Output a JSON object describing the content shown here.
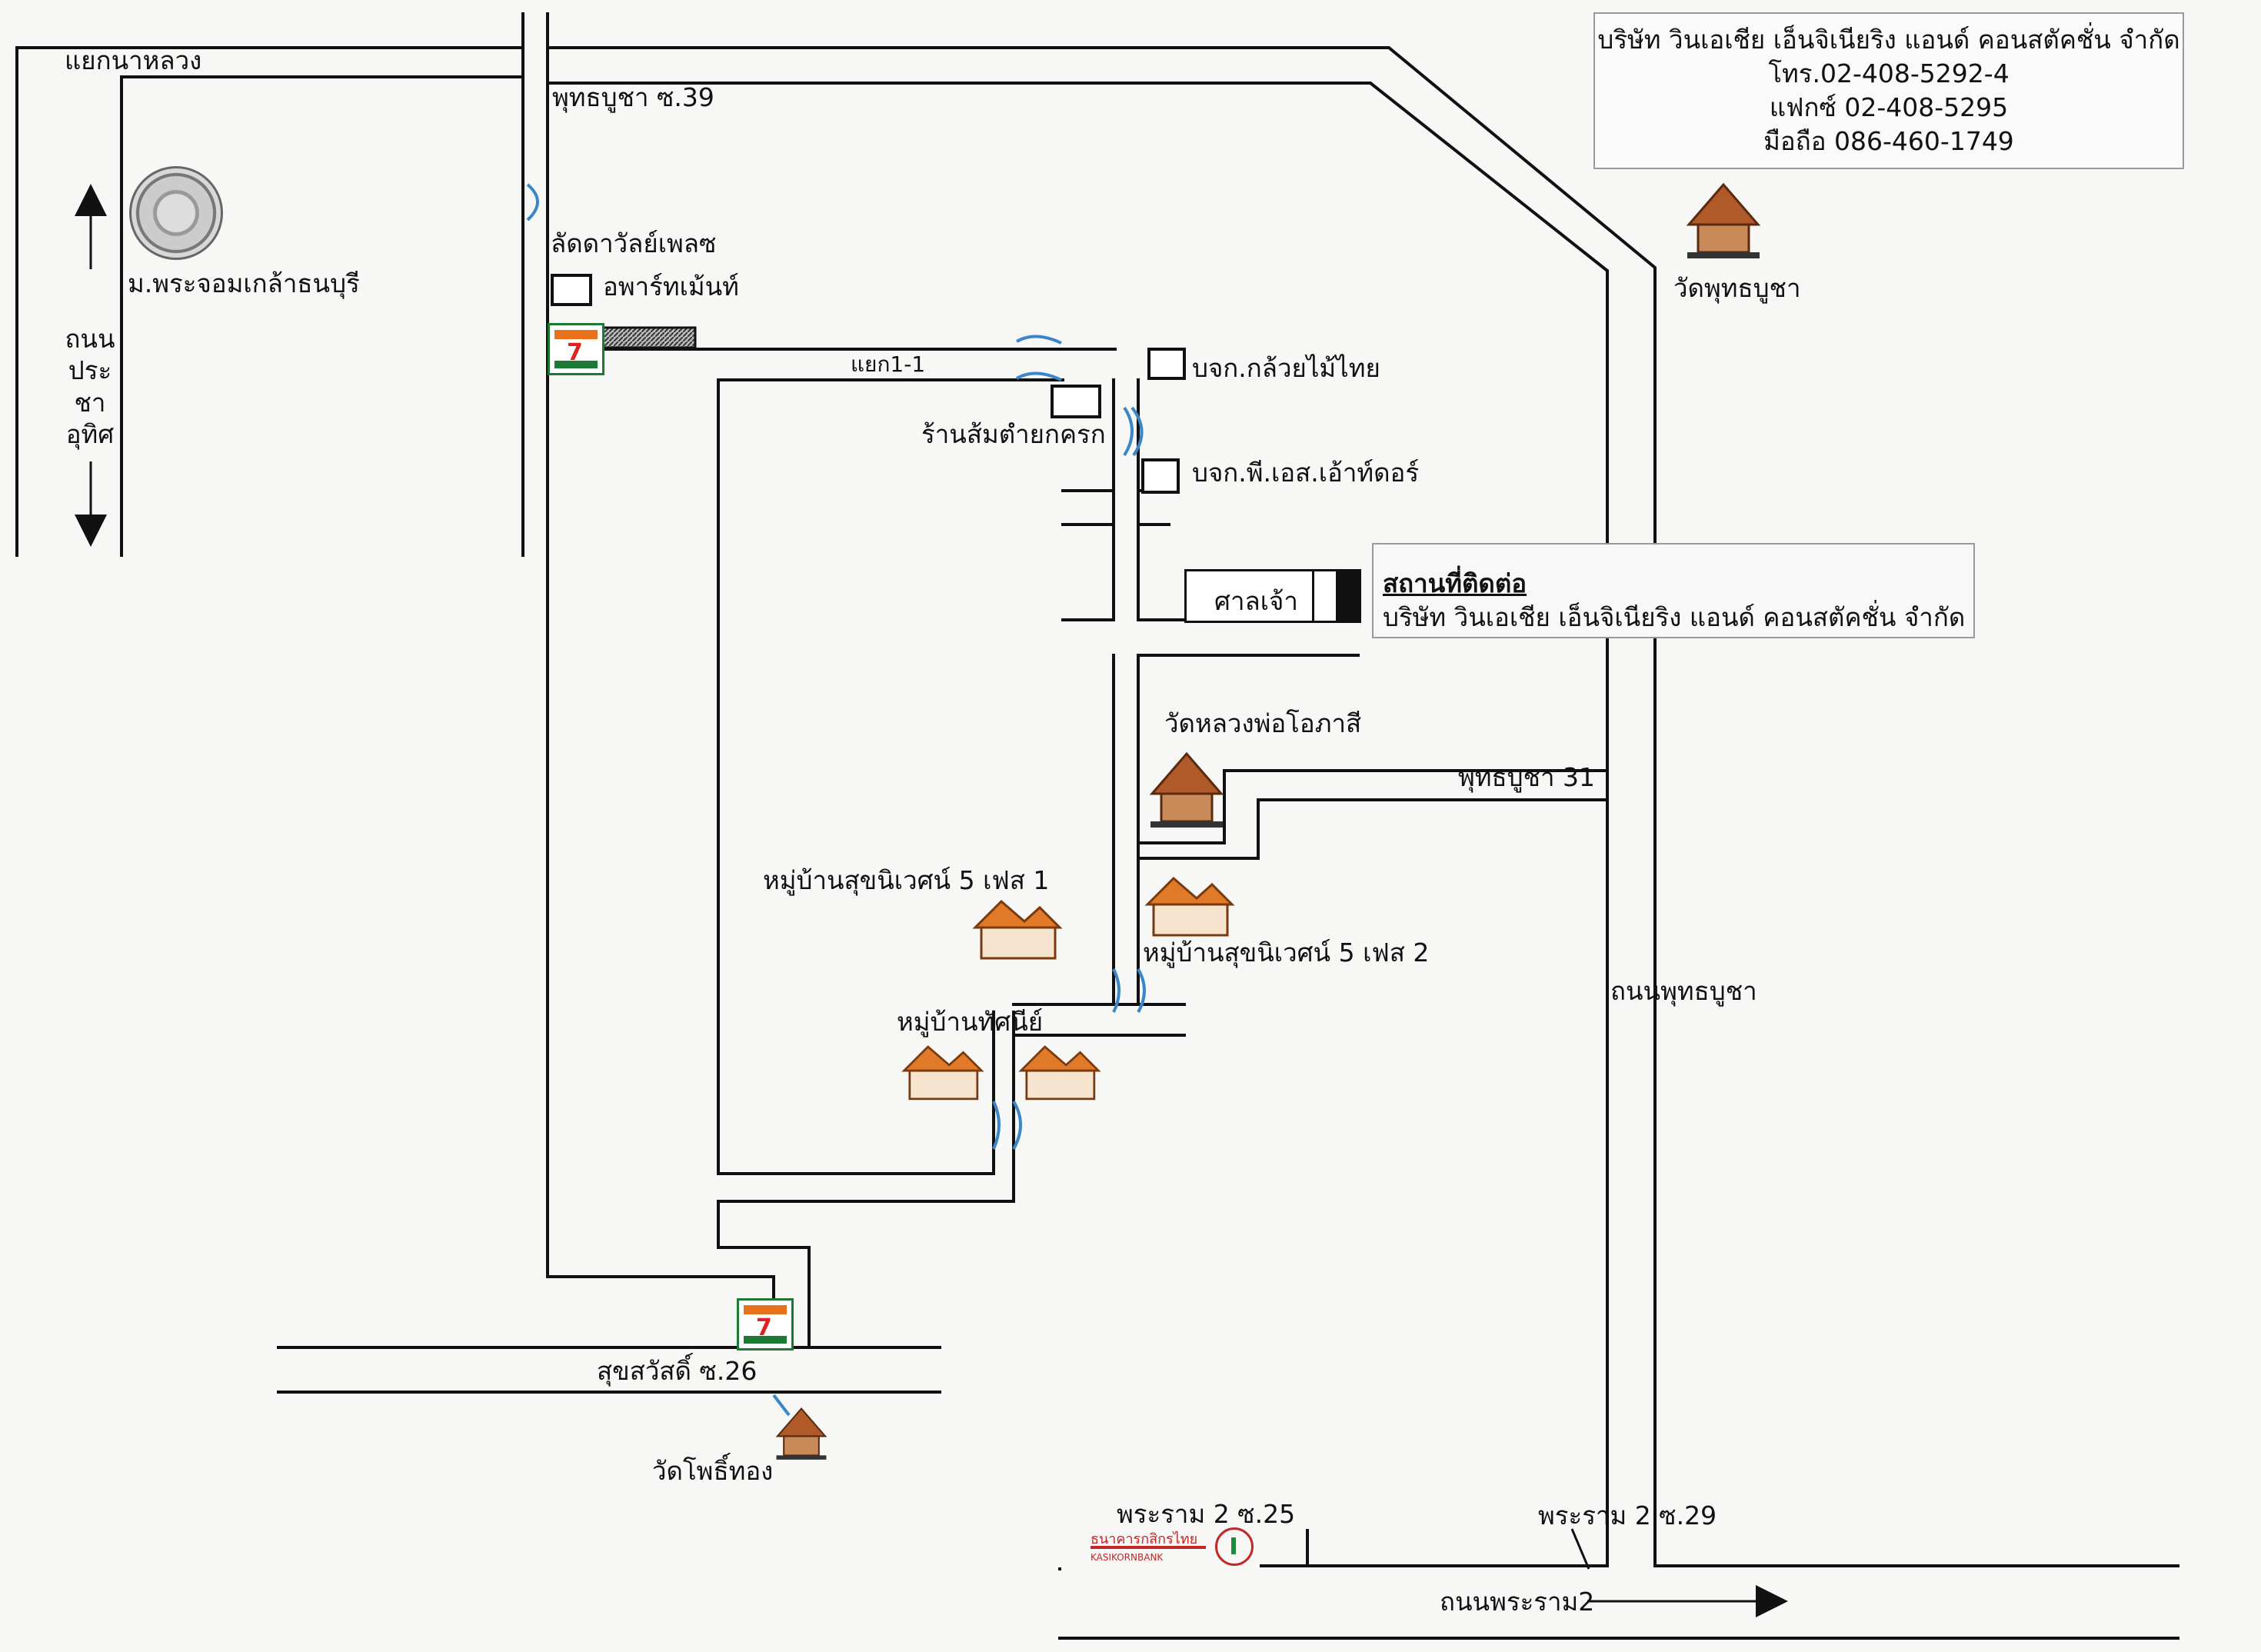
{
  "company": {
    "name": "บริษัท วินเอเชีย เอ็นจิเนียริง แอนด์ คอนสตัคชั่น จำกัด",
    "phone": "โทร.02-408-5292-4",
    "fax": "แฟกซ์ 02-408-5295",
    "mobile": "มือถือ 086-460-1749"
  },
  "contact": {
    "heading": "สถานที่ติดต่อ",
    "name": "บริษัท วินเอเชีย เอ็นจิเนียริง แอนด์ คอนสตัคชั่น จำกัด"
  },
  "roads": {
    "naluang": "แยกนาหลวง",
    "putthabucha39": "พุทธบูชา ซ.39",
    "prachauthit": "ถนน ประ ชา อุทิศ",
    "yaek11": "แยก1-1",
    "putthabucha31": "พุทธบูชา 31",
    "putthabucha_road": "ถนนพุทธบูชา",
    "suksawat26": "สุขสวัสดิ์ ซ.26",
    "rama2_25": "พระราม 2 ซ.25",
    "rama2_29": "พระราม 2 ซ.29",
    "rama2_road": "ถนนพระราม2"
  },
  "places": {
    "university": "ม.พระจอมเกล้าธนบุรี",
    "apartment_1": "ลัดดาวัลย์เพลซ",
    "apartment_2": "อพาร์ทเม้นท์",
    "wat_putthabucha": "วัดพุทธบูชา",
    "kluaymai": "บจก.กล้วยไม้ไทย",
    "somtam": "ร้านส้มตำยกครก",
    "ps_outdoor": "บจก.พี.เอส.เอ้าท์ดอร์",
    "shrine": "ศาลเจ้า",
    "wat_luangpor": "วัดหลวงพ่อโอภาสี",
    "village_phase1": "หมู่บ้านสุขนิเวศน์ 5 เฟส 1",
    "village_phase2": "หมู่บ้านสุขนิเวศน์ 5 เฟส 2",
    "village_tatsaniya": "หมู่บ้านทัศนีย์",
    "wat_phothong": "วัดโพธิ์ทอง",
    "seven_eleven": "7",
    "kbank": "ธนาคารกสิกรไทย",
    "kbank_en": "KASIKORNBANK"
  },
  "colors": {
    "road": "#111111",
    "bridge": "#3a86c8",
    "seven_orange": "#e8711c",
    "seven_green": "#1c7a35",
    "kbank_red": "#c0282a",
    "temple_roof": "#b05a2a",
    "house_roof": "#e07a28"
  },
  "icons": [
    "temple-icon",
    "house-icon",
    "seven-eleven-icon",
    "kbank-logo",
    "university-seal",
    "arrow-icon",
    "bridge-icon"
  ]
}
